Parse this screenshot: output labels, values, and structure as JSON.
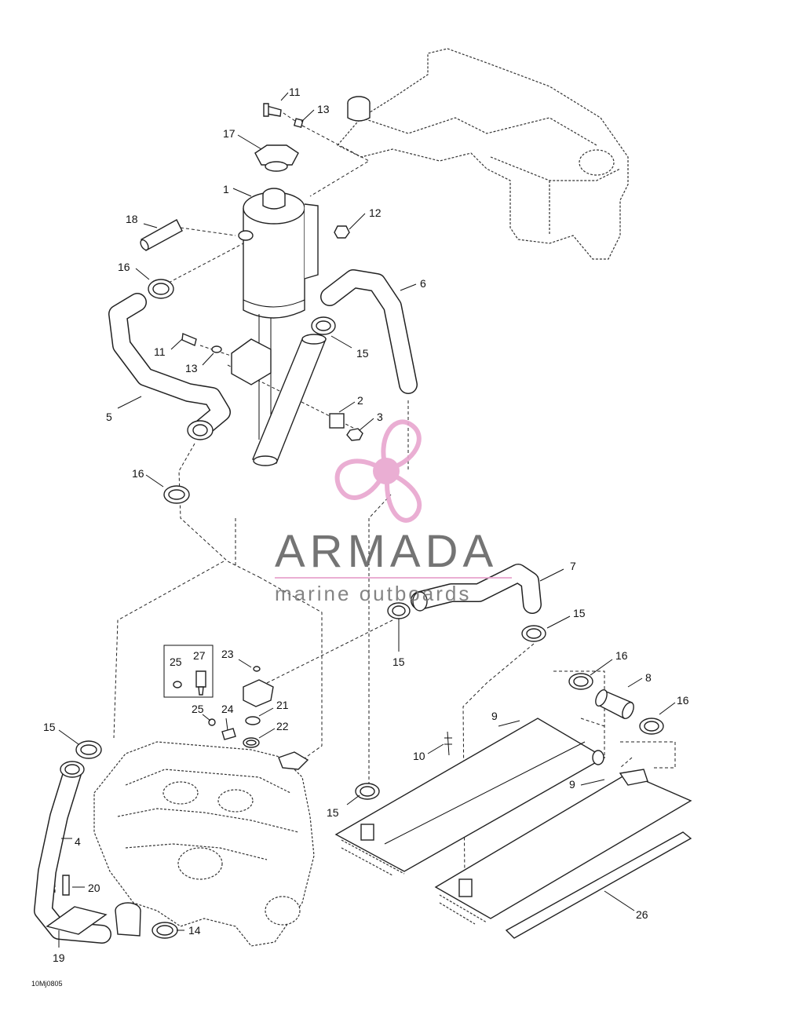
{
  "callouts": [
    {
      "id": "11a",
      "text": "11"
    },
    {
      "id": "13a",
      "text": "13"
    },
    {
      "id": "17",
      "text": "17"
    },
    {
      "id": "1",
      "text": "1"
    },
    {
      "id": "12",
      "text": "12"
    },
    {
      "id": "18",
      "text": "18"
    },
    {
      "id": "16a",
      "text": "16"
    },
    {
      "id": "6",
      "text": "6"
    },
    {
      "id": "11b",
      "text": "11"
    },
    {
      "id": "15a",
      "text": "15"
    },
    {
      "id": "13b",
      "text": "13"
    },
    {
      "id": "2",
      "text": "2"
    },
    {
      "id": "3",
      "text": "3"
    },
    {
      "id": "5",
      "text": "5"
    },
    {
      "id": "16b",
      "text": "16"
    },
    {
      "id": "7",
      "text": "7"
    },
    {
      "id": "15b",
      "text": "15"
    },
    {
      "id": "15c",
      "text": "15"
    },
    {
      "id": "16c",
      "text": "16"
    },
    {
      "id": "8",
      "text": "8"
    },
    {
      "id": "16d",
      "text": "16"
    },
    {
      "id": "23",
      "text": "23"
    },
    {
      "id": "25a",
      "text": "25"
    },
    {
      "id": "27",
      "text": "27"
    },
    {
      "id": "25b",
      "text": "25"
    },
    {
      "id": "24",
      "text": "24"
    },
    {
      "id": "21",
      "text": "21"
    },
    {
      "id": "22",
      "text": "22"
    },
    {
      "id": "15d",
      "text": "15"
    },
    {
      "id": "9a",
      "text": "9"
    },
    {
      "id": "10",
      "text": "10"
    },
    {
      "id": "9b",
      "text": "9"
    },
    {
      "id": "15e",
      "text": "15"
    },
    {
      "id": "4",
      "text": "4"
    },
    {
      "id": "20",
      "text": "20"
    },
    {
      "id": "14",
      "text": "14"
    },
    {
      "id": "19",
      "text": "19"
    },
    {
      "id": "26",
      "text": "26"
    }
  ],
  "drawing_code": "10Mj0805",
  "watermark": {
    "brand": "ARMADA",
    "tagline": "marine outboards",
    "accent_color": "#e8a6cf",
    "text_color": "#666666"
  }
}
